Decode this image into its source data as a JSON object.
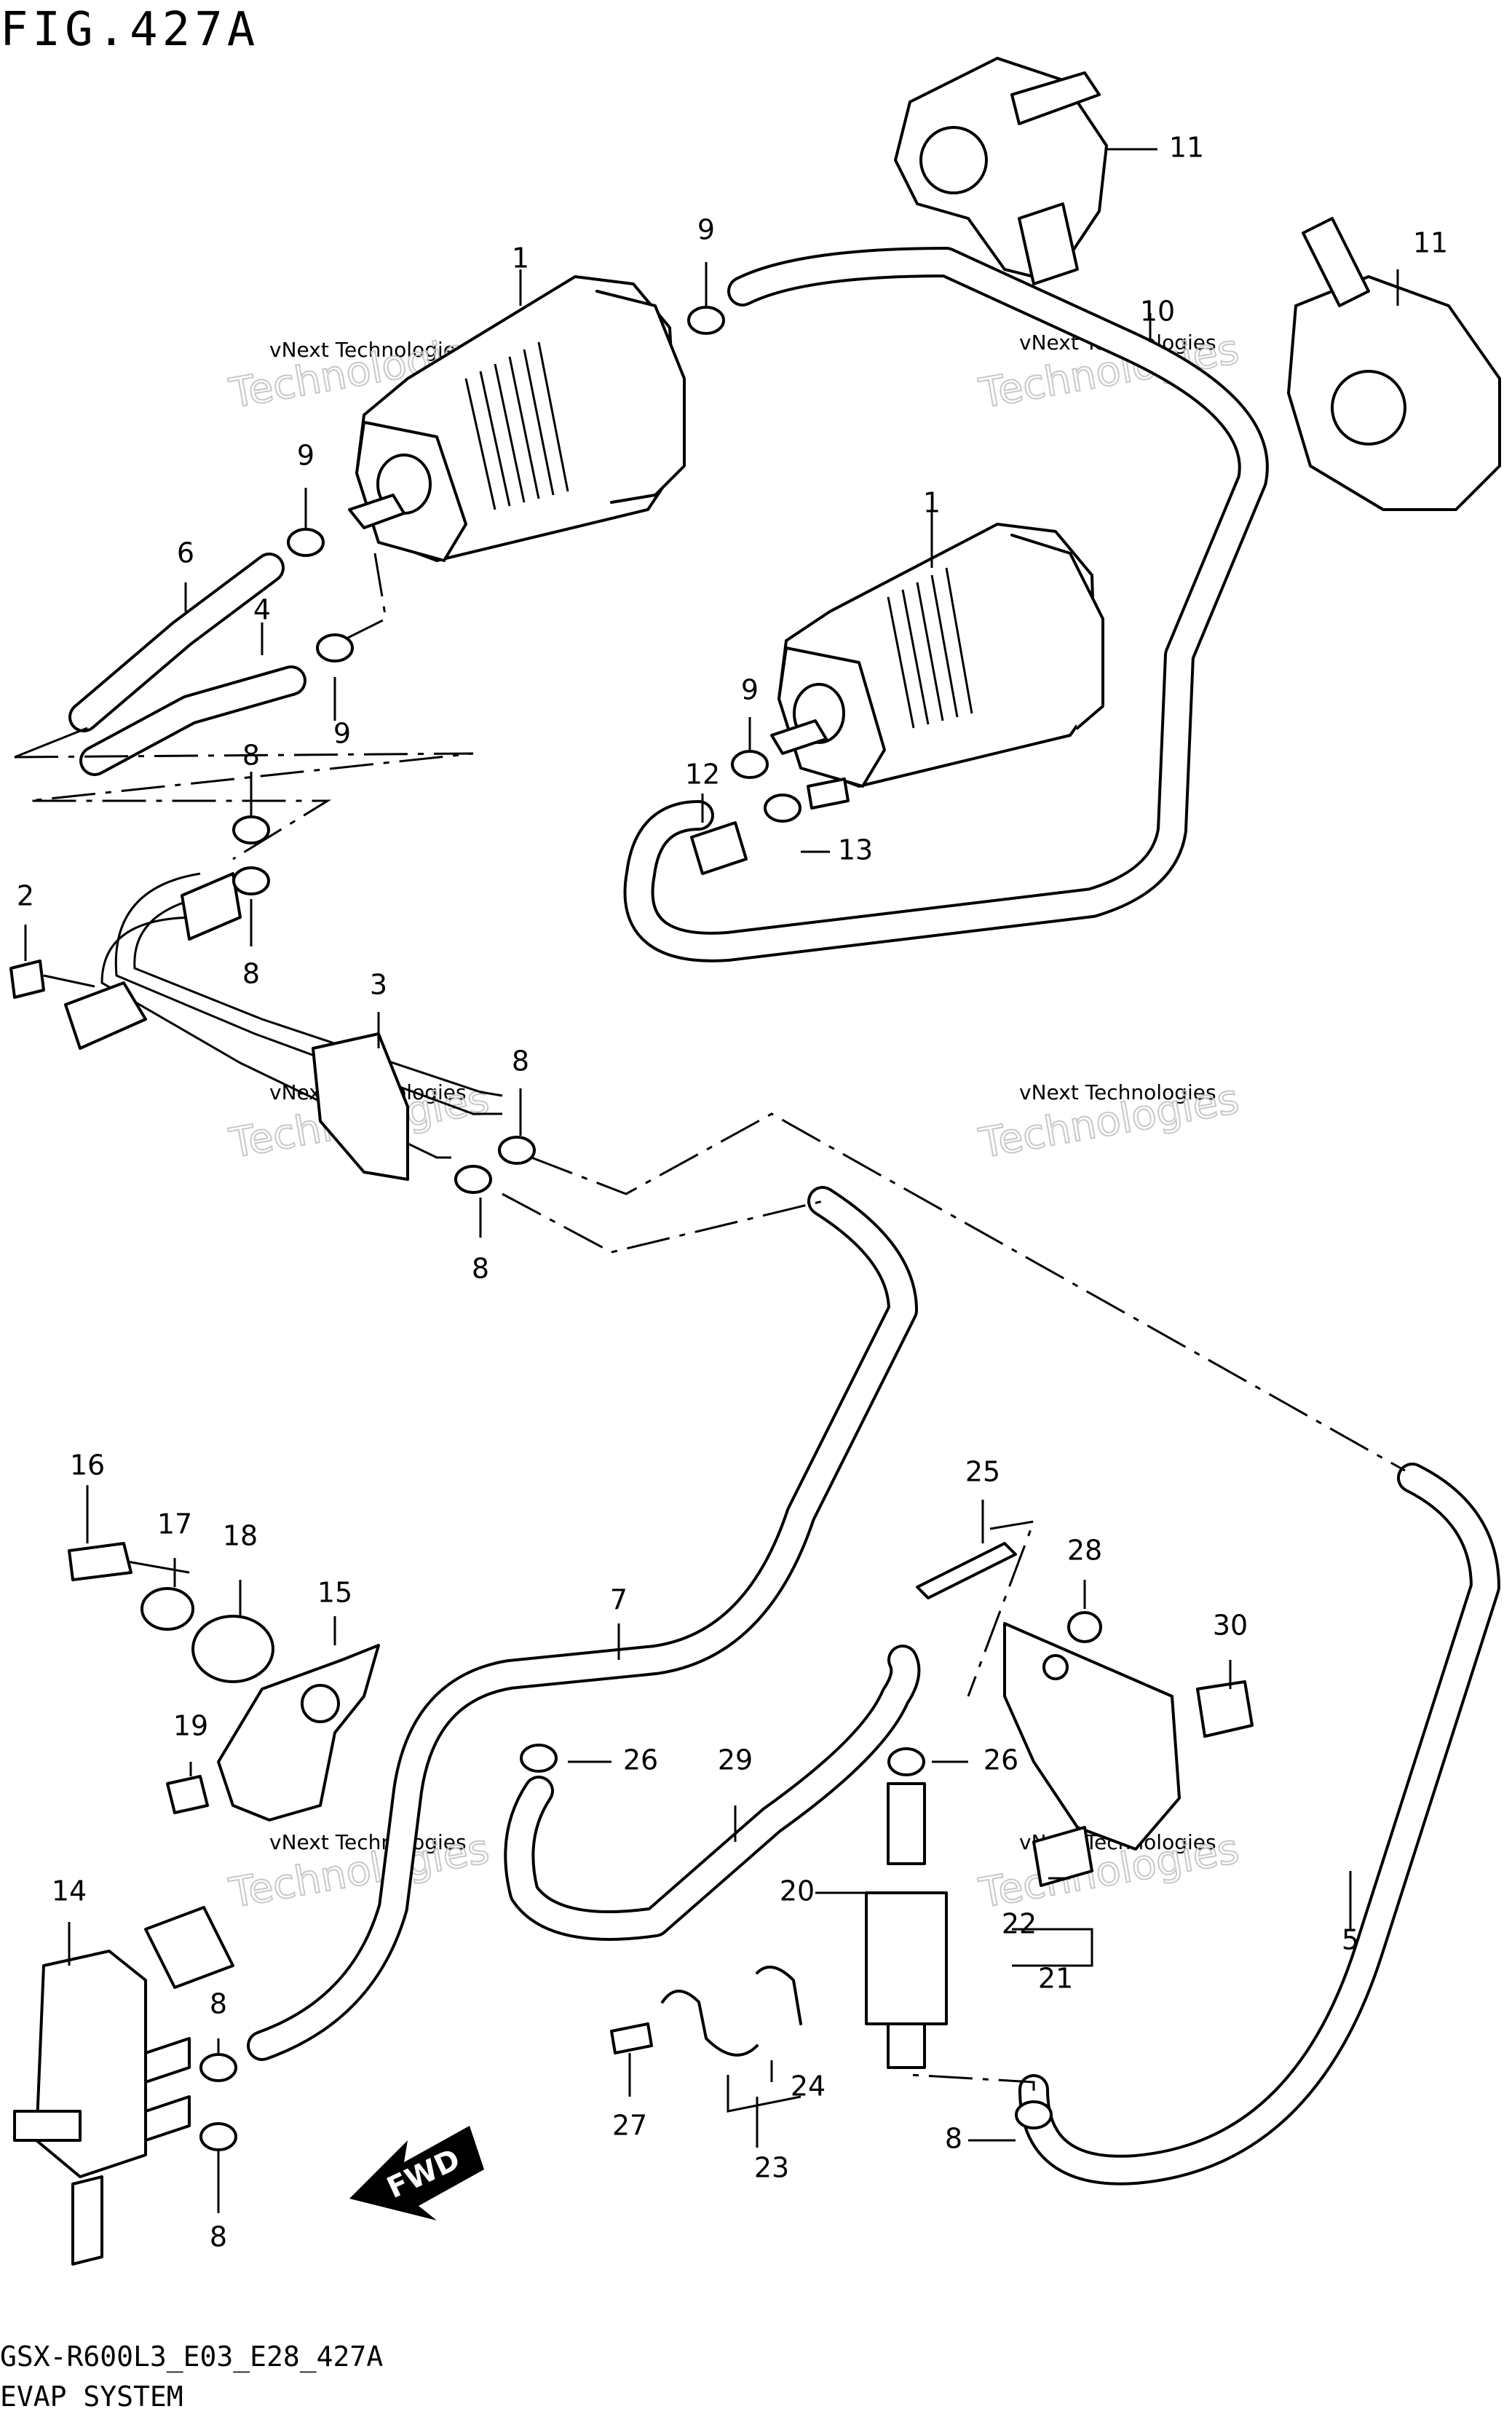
{
  "header": {
    "title": "FIG.427A"
  },
  "footer": {
    "code": "GSX-R600L3_E03_E28_427A",
    "caption": "EVAP SYSTEM"
  },
  "watermark": {
    "line1": "vNext Technologies",
    "line2": "Technologies"
  },
  "fwd_label": "FWD",
  "callouts": [
    {
      "id": "c1a",
      "label": "1"
    },
    {
      "id": "c1b",
      "label": "1"
    },
    {
      "id": "c2",
      "label": "2"
    },
    {
      "id": "c3",
      "label": "3"
    },
    {
      "id": "c4",
      "label": "4"
    },
    {
      "id": "c5",
      "label": "5"
    },
    {
      "id": "c6",
      "label": "6"
    },
    {
      "id": "c7",
      "label": "7"
    },
    {
      "id": "c8a",
      "label": "8"
    },
    {
      "id": "c8b",
      "label": "8"
    },
    {
      "id": "c8c",
      "label": "8"
    },
    {
      "id": "c8d",
      "label": "8"
    },
    {
      "id": "c8e",
      "label": "8"
    },
    {
      "id": "c8f",
      "label": "8"
    },
    {
      "id": "c8g",
      "label": "8"
    },
    {
      "id": "c9a",
      "label": "9"
    },
    {
      "id": "c9b",
      "label": "9"
    },
    {
      "id": "c9c",
      "label": "9"
    },
    {
      "id": "c9d",
      "label": "9"
    },
    {
      "id": "c10",
      "label": "10"
    },
    {
      "id": "c11a",
      "label": "11"
    },
    {
      "id": "c11b",
      "label": "11"
    },
    {
      "id": "c12",
      "label": "12"
    },
    {
      "id": "c13",
      "label": "13"
    },
    {
      "id": "c14",
      "label": "14"
    },
    {
      "id": "c15",
      "label": "15"
    },
    {
      "id": "c16",
      "label": "16"
    },
    {
      "id": "c17",
      "label": "17"
    },
    {
      "id": "c18",
      "label": "18"
    },
    {
      "id": "c19",
      "label": "19"
    },
    {
      "id": "c20",
      "label": "20"
    },
    {
      "id": "c21",
      "label": "21"
    },
    {
      "id": "c22",
      "label": "22"
    },
    {
      "id": "c23",
      "label": "23"
    },
    {
      "id": "c24",
      "label": "24"
    },
    {
      "id": "c25",
      "label": "25"
    },
    {
      "id": "c26a",
      "label": "26"
    },
    {
      "id": "c26b",
      "label": "26"
    },
    {
      "id": "c27",
      "label": "27"
    },
    {
      "id": "c28",
      "label": "28"
    },
    {
      "id": "c29",
      "label": "29"
    },
    {
      "id": "c30",
      "label": "30"
    }
  ]
}
